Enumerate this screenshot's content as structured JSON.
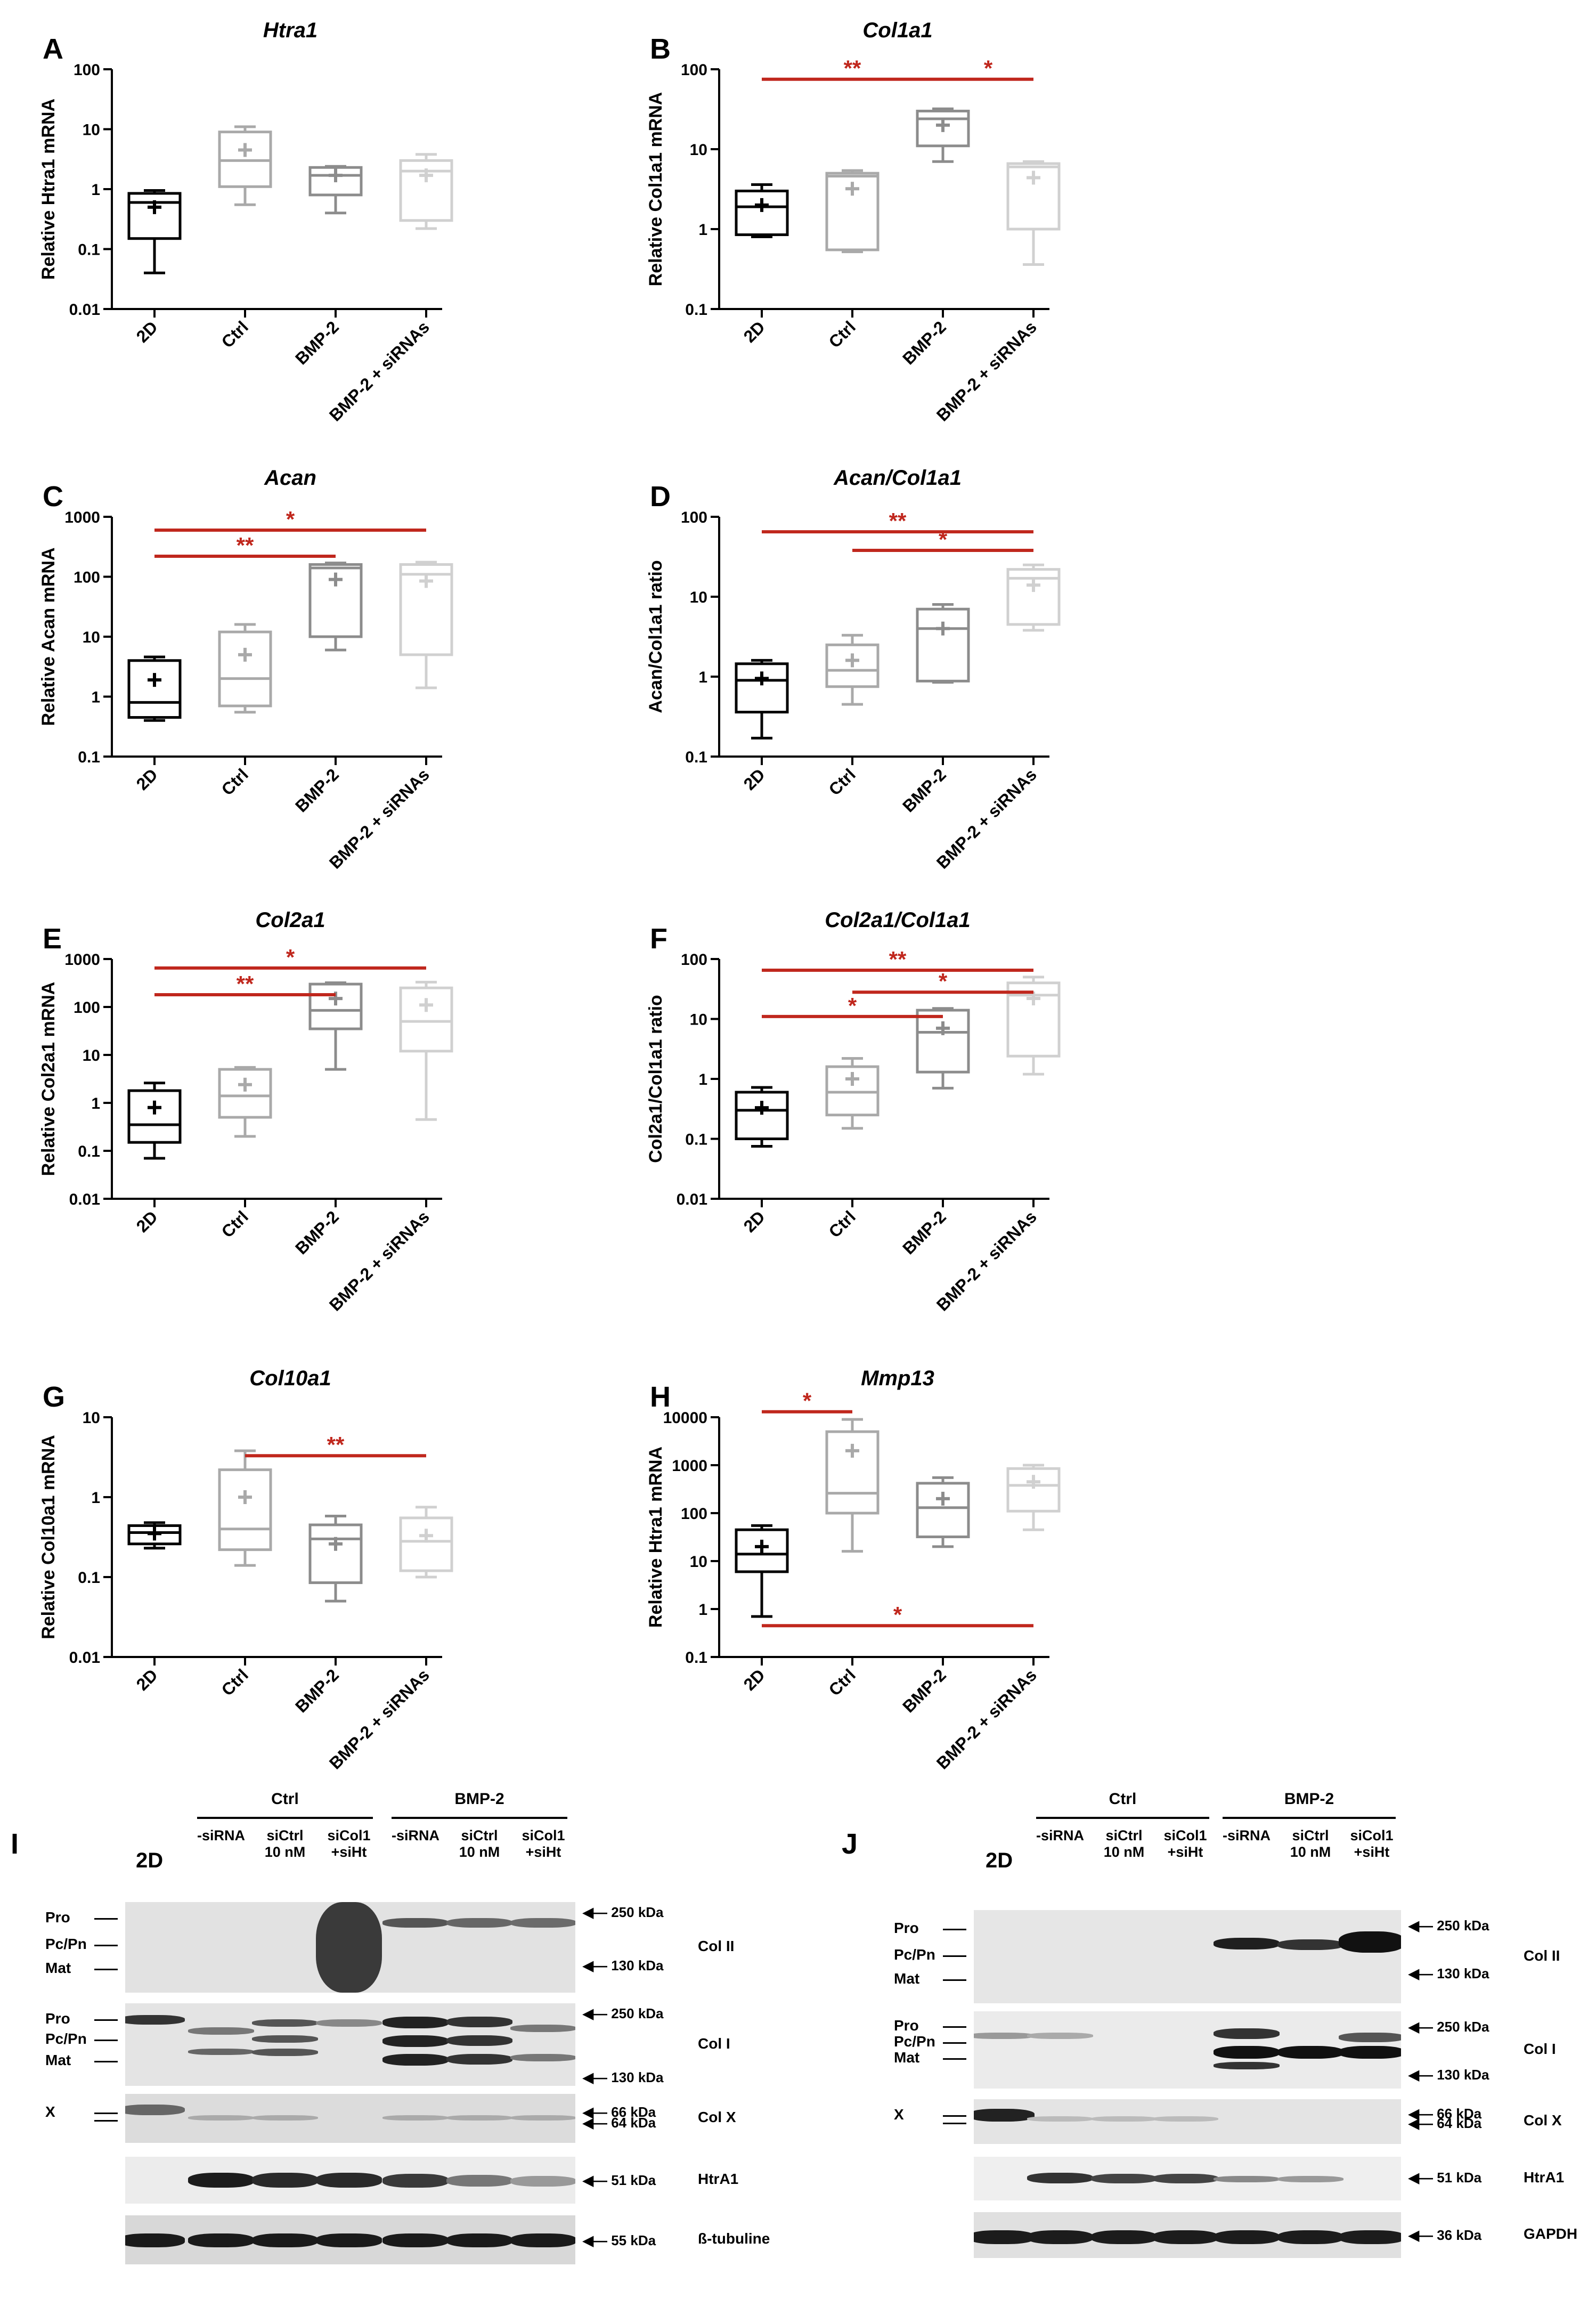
{
  "chart_data": [
    {
      "id": "A",
      "type": "box",
      "title": "Htra1",
      "ylabel": "Relative Htra1 mRNA",
      "yscale": "log",
      "ylim": [
        0.01,
        100
      ],
      "yticks": [
        "100",
        "10",
        "1",
        "0.1",
        "0.01"
      ],
      "categories": [
        "2D",
        "Ctrl",
        "BMP-2",
        "BMP-2 + siRNAs"
      ],
      "boxes": [
        {
          "min": 0.04,
          "q1": 0.15,
          "median": 0.6,
          "q3": 0.85,
          "max": 0.95,
          "mean": 0.5
        },
        {
          "min": 0.55,
          "q1": 1.1,
          "median": 3.0,
          "q3": 9,
          "max": 11,
          "mean": 4.5
        },
        {
          "min": 0.4,
          "q1": 0.8,
          "median": 1.7,
          "q3": 2.3,
          "max": 2.4,
          "mean": 1.7
        },
        {
          "min": 0.22,
          "q1": 0.3,
          "median": 2.0,
          "q3": 3.0,
          "max": 3.8,
          "mean": 1.7
        }
      ],
      "significance": []
    },
    {
      "id": "B",
      "type": "box",
      "title": "Col1a1",
      "ylabel": "Relative Col1a1 mRNA",
      "yscale": "log",
      "ylim": [
        0.1,
        100
      ],
      "yticks": [
        "100",
        "10",
        "1",
        "0.1"
      ],
      "categories": [
        "2D",
        "Ctrl",
        "BMP-2",
        "BMP-2 + siRNAs"
      ],
      "boxes": [
        {
          "min": 0.8,
          "q1": 0.85,
          "median": 1.9,
          "q3": 3.0,
          "max": 3.6,
          "mean": 2.0
        },
        {
          "min": 0.52,
          "q1": 0.55,
          "median": 4.6,
          "q3": 5.0,
          "max": 5.4,
          "mean": 3.2
        },
        {
          "min": 7,
          "q1": 11,
          "median": 24,
          "q3": 30,
          "max": 32,
          "mean": 20
        },
        {
          "min": 0.36,
          "q1": 1.0,
          "median": 6.0,
          "q3": 6.6,
          "max": 7.0,
          "mean": 4.4
        }
      ],
      "significance": [
        {
          "from": 0,
          "to": 2,
          "label": "**",
          "value": 75
        },
        {
          "from": 2,
          "to": 3,
          "label": "*",
          "value": 75
        }
      ]
    },
    {
      "id": "C",
      "type": "box",
      "title": "Acan",
      "ylabel": "Relative Acan mRNA",
      "yscale": "log",
      "ylim": [
        0.1,
        1000
      ],
      "yticks": [
        "1000",
        "100",
        "10",
        "1",
        "0.1"
      ],
      "categories": [
        "2D",
        "Ctrl",
        "BMP-2",
        "BMP-2 + siRNAs"
      ],
      "boxes": [
        {
          "min": 0.4,
          "q1": 0.45,
          "median": 0.8,
          "q3": 4.0,
          "max": 4.6,
          "mean": 1.9
        },
        {
          "min": 0.55,
          "q1": 0.7,
          "median": 2.0,
          "q3": 12,
          "max": 16,
          "mean": 5.0
        },
        {
          "min": 6,
          "q1": 10,
          "median": 140,
          "q3": 160,
          "max": 170,
          "mean": 90
        },
        {
          "min": 1.4,
          "q1": 5,
          "median": 110,
          "q3": 160,
          "max": 175,
          "mean": 85
        }
      ],
      "significance": [
        {
          "from": 0,
          "to": 3,
          "label": "*",
          "value": 600
        },
        {
          "from": 0,
          "to": 2,
          "label": "**",
          "value": 220
        }
      ]
    },
    {
      "id": "D",
      "type": "box",
      "title": "Acan/Col1a1",
      "ylabel": "Acan/Col1a1 ratio",
      "yscale": "log",
      "ylim": [
        0.1,
        100
      ],
      "yticks": [
        "100",
        "10",
        "1",
        "0.1"
      ],
      "categories": [
        "2D",
        "Ctrl",
        "BMP-2",
        "BMP-2 + siRNAs"
      ],
      "boxes": [
        {
          "min": 0.17,
          "q1": 0.36,
          "median": 0.9,
          "q3": 1.45,
          "max": 1.6,
          "mean": 0.95
        },
        {
          "min": 0.45,
          "q1": 0.75,
          "median": 1.2,
          "q3": 2.5,
          "max": 3.3,
          "mean": 1.6
        },
        {
          "min": 0.85,
          "q1": 0.88,
          "median": 4.0,
          "q3": 7.0,
          "max": 8.0,
          "mean": 4.0
        },
        {
          "min": 3.8,
          "q1": 4.5,
          "median": 17,
          "q3": 22,
          "max": 25,
          "mean": 14
        }
      ],
      "significance": [
        {
          "from": 0,
          "to": 3,
          "label": "**",
          "value": 65
        },
        {
          "from": 1,
          "to": 3,
          "label": "*",
          "value": 38
        }
      ]
    },
    {
      "id": "E",
      "type": "box",
      "title": "Col2a1",
      "ylabel": "Relative Col2a1 mRNA",
      "yscale": "log",
      "ylim": [
        0.01,
        1000
      ],
      "yticks": [
        "1000",
        "100",
        "10",
        "1",
        "0.1",
        "0.01"
      ],
      "categories": [
        "2D",
        "Ctrl",
        "BMP-2",
        "BMP-2 + siRNAs"
      ],
      "boxes": [
        {
          "min": 0.07,
          "q1": 0.15,
          "median": 0.35,
          "q3": 1.8,
          "max": 2.6,
          "mean": 0.8
        },
        {
          "min": 0.2,
          "q1": 0.5,
          "median": 1.4,
          "q3": 5.0,
          "max": 5.5,
          "mean": 2.4
        },
        {
          "min": 5,
          "q1": 35,
          "median": 85,
          "q3": 300,
          "max": 320,
          "mean": 150
        },
        {
          "min": 0.45,
          "q1": 12,
          "median": 50,
          "q3": 250,
          "max": 330,
          "mean": 110
        }
      ],
      "significance": [
        {
          "from": 0,
          "to": 3,
          "label": "*",
          "value": 650
        },
        {
          "from": 0,
          "to": 2,
          "label": "**",
          "value": 180
        }
      ]
    },
    {
      "id": "F",
      "type": "box",
      "title": "Col2a1/Col1a1",
      "ylabel": "Col2a1/Col1a1 ratio",
      "yscale": "log",
      "ylim": [
        0.01,
        100
      ],
      "yticks": [
        "100",
        "10",
        "1",
        "0.1",
        "0.01"
      ],
      "categories": [
        "2D",
        "Ctrl",
        "BMP-2",
        "BMP-2 + siRNAs"
      ],
      "boxes": [
        {
          "min": 0.075,
          "q1": 0.1,
          "median": 0.3,
          "q3": 0.6,
          "max": 0.72,
          "mean": 0.33
        },
        {
          "min": 0.15,
          "q1": 0.25,
          "median": 0.6,
          "q3": 1.6,
          "max": 2.2,
          "mean": 1.0
        },
        {
          "min": 0.7,
          "q1": 1.3,
          "median": 6.0,
          "q3": 14,
          "max": 15,
          "mean": 7.0
        },
        {
          "min": 1.2,
          "q1": 2.4,
          "median": 25,
          "q3": 40,
          "max": 50,
          "mean": 22
        }
      ],
      "significance": [
        {
          "from": 0,
          "to": 3,
          "label": "**",
          "value": 65
        },
        {
          "from": 1,
          "to": 3,
          "label": "*",
          "value": 28
        },
        {
          "from": 0,
          "to": 2,
          "label": "*",
          "value": 11
        }
      ]
    },
    {
      "id": "G",
      "type": "box",
      "title": "Col10a1",
      "ylabel": "Relative Col10a1 mRNA",
      "yscale": "log",
      "ylim": [
        0.01,
        10
      ],
      "yticks": [
        "10",
        "1",
        "0.1",
        "0.01"
      ],
      "categories": [
        "2D",
        "Ctrl",
        "BMP-2",
        "BMP-2 + siRNAs"
      ],
      "boxes": [
        {
          "min": 0.23,
          "q1": 0.26,
          "median": 0.36,
          "q3": 0.44,
          "max": 0.48,
          "mean": 0.35
        },
        {
          "min": 0.14,
          "q1": 0.22,
          "median": 0.4,
          "q3": 2.2,
          "max": 3.8,
          "mean": 1.0
        },
        {
          "min": 0.05,
          "q1": 0.085,
          "median": 0.3,
          "q3": 0.45,
          "max": 0.58,
          "mean": 0.26
        },
        {
          "min": 0.1,
          "q1": 0.12,
          "median": 0.28,
          "q3": 0.55,
          "max": 0.75,
          "mean": 0.33
        }
      ],
      "significance": [
        {
          "from": 1,
          "to": 3,
          "label": "**",
          "value": 3.3
        }
      ]
    },
    {
      "id": "H",
      "type": "box",
      "title": "Mmp13",
      "ylabel": "Relative Htra1 mRNA",
      "yscale": "log",
      "ylim": [
        0.1,
        10000
      ],
      "yticks": [
        "10000",
        "1000",
        "100",
        "10",
        "1",
        "0.1"
      ],
      "categories": [
        "2D",
        "Ctrl",
        "BMP-2",
        "BMP-2 + siRNAs"
      ],
      "boxes": [
        {
          "min": 0.7,
          "q1": 6,
          "median": 14,
          "q3": 45,
          "max": 55,
          "mean": 20
        },
        {
          "min": 16,
          "q1": 100,
          "median": 260,
          "q3": 5000,
          "max": 9000,
          "mean": 2000
        },
        {
          "min": 20,
          "q1": 32,
          "median": 130,
          "q3": 420,
          "max": 550,
          "mean": 200
        },
        {
          "min": 45,
          "q1": 110,
          "median": 380,
          "q3": 850,
          "max": 1000,
          "mean": 450
        }
      ],
      "significance": [
        {
          "from": 0,
          "to": 1,
          "label": "*",
          "value": 13000
        },
        {
          "from": 0,
          "to": 3,
          "label": "*",
          "value": 0.45,
          "label_above": true
        }
      ]
    }
  ],
  "blots": [
    {
      "letter": "I",
      "groups": [
        {
          "label": "Ctrl"
        },
        {
          "label": "BMP-2"
        }
      ],
      "lanes": [
        "2D",
        "-siRNA",
        "siCtrl\n10 nM",
        "siCol1\n+siHt",
        "-siRNA",
        "siCtrl\n10 nM",
        "siCol1\n+siHt"
      ],
      "rows": [
        {
          "name": "Col II",
          "left": [
            "Pro",
            "Pc/Pn",
            "Mat"
          ],
          "markers": [
            "250 kDa",
            "130 kDa"
          ]
        },
        {
          "name": "Col I",
          "left": [
            "Pro",
            "Pc/Pn",
            "Mat"
          ],
          "markers": [
            "250 kDa",
            "130 kDa"
          ]
        },
        {
          "name": "Col X",
          "left": [
            "X"
          ],
          "markers": [
            "66 kDa",
            "64 kDa"
          ]
        },
        {
          "name": "HtrA1",
          "left": [],
          "markers": [
            "51 kDa"
          ]
        },
        {
          "name": "ß-tubuline",
          "left": [],
          "markers": [
            "55 kDa"
          ]
        }
      ]
    },
    {
      "letter": "J",
      "groups": [
        {
          "label": "Ctrl"
        },
        {
          "label": "BMP-2"
        }
      ],
      "lanes": [
        "2D",
        "-siRNA",
        "siCtrl\n10 nM",
        "siCol1\n+siHt",
        "-siRNA",
        "siCtrl\n10 nM",
        "siCol1\n+siHt"
      ],
      "rows": [
        {
          "name": "Col II",
          "left": [
            "Pro",
            "Pc/Pn",
            "Mat"
          ],
          "markers": [
            "250 kDa",
            "130 kDa"
          ]
        },
        {
          "name": "Col I",
          "left": [
            "Pro",
            "Pc/Pn",
            "Mat"
          ],
          "markers": [
            "250 kDa",
            "130 kDa"
          ]
        },
        {
          "name": "Col X",
          "left": [
            "X"
          ],
          "markers": [
            "66 kDa",
            "64 kDa"
          ]
        },
        {
          "name": "HtrA1",
          "left": [],
          "markers": [
            "51 kDa"
          ]
        },
        {
          "name": "GAPDH",
          "left": [],
          "markers": [
            "36 kDa"
          ]
        }
      ]
    }
  ],
  "colors": {
    "series": [
      "#000000",
      "#a9a9a9",
      "#8c8c8c",
      "#d0d0d0"
    ],
    "significance": "#c0271d"
  }
}
